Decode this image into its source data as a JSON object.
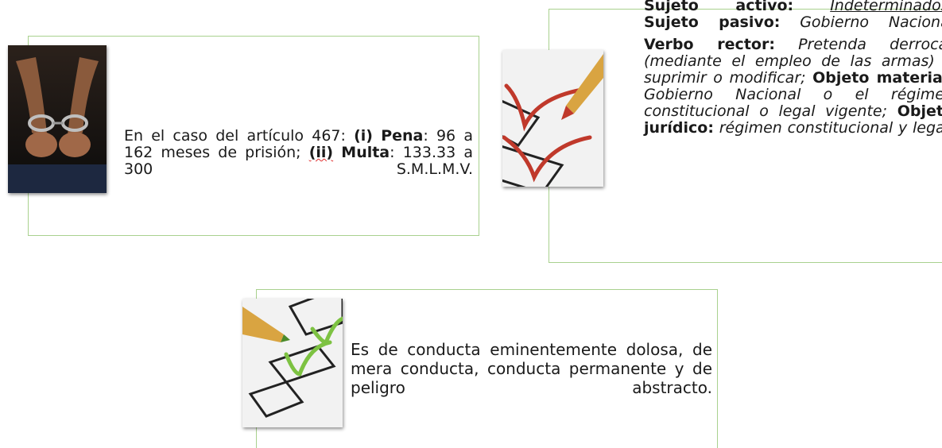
{
  "card1": {
    "pre": "En el caso del artículo 467: ",
    "label_i": "(i)",
    "label_pena": "Pena",
    "colon1": ":",
    "pena_value": "96 a 162 meses de prisión; ",
    "label_ii": "(ii)",
    "label_multa": "Multa",
    "colon2": ":",
    "multa_value": "133.33 a 300 S.M.L.M.V."
  },
  "card2": {
    "sujeto_activo_label": "Sujeto activo:",
    "sujeto_activo_value": "Indeterminados;",
    "sujeto_pasivo_label": "Sujeto pasivo:",
    "sujeto_pasivo_value": "Gobierno Nacional",
    "verbo_label": "Verbo rector:",
    "verbo_value": "Pretenda derrocar (mediante el empleo de las armas) o suprimir o modificar;",
    "objeto_material_label": "Objeto material:",
    "objeto_material_value": "Gobierno Nacional o el régimen constitucional o legal vigente;",
    "objeto_juridico_label": "Objeto jurídico:",
    "objeto_juridico_value": "régimen constitucional y legal."
  },
  "card3": {
    "text": "Es de conducta eminentemente dolosa, de mera conducta, conducta permanente y de peligro abstracto."
  },
  "colors": {
    "border": "#a9d18e",
    "check_red": "#c0392b",
    "check_green": "#7dc242"
  }
}
